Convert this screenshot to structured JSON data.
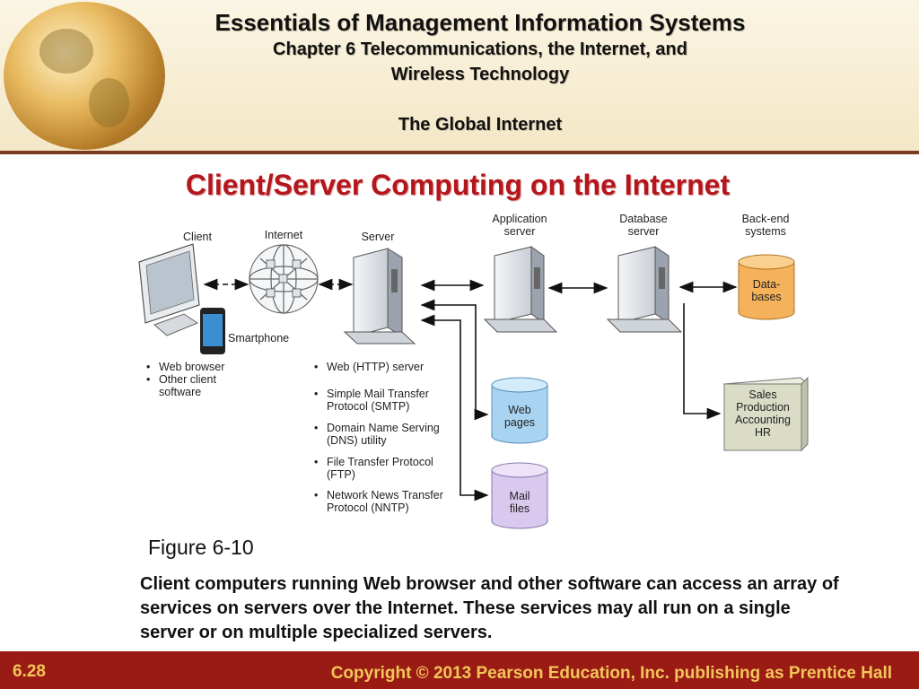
{
  "header": {
    "title": "Essentials of Management Information Systems",
    "chapter_line1": "Chapter 6 Telecommunications, the Internet, and",
    "chapter_line2": "Wireless Technology",
    "section": "The Global Internet"
  },
  "slide_title": "Client/Server Computing on the Internet",
  "diagram": {
    "client_label": "Client",
    "internet_label": "Internet",
    "server_label": "Server",
    "application_server_label_line1": "Application",
    "application_server_label_line2": "server",
    "database_server_label_line1": "Database",
    "database_server_label_line2": "server",
    "backend_label_line1": "Back-end",
    "backend_label_line2": "systems",
    "smartphone_label": "Smartphone",
    "client_bullets": [
      "Web browser",
      "Other client",
      "software"
    ],
    "server_bullets": [
      [
        "Web (HTTP) server",
        ""
      ],
      [
        "Simple Mail Transfer",
        "Protocol (SMTP)"
      ],
      [
        "Domain Name Serving",
        "(DNS) utility"
      ],
      [
        "File Transfer Protocol",
        "(FTP)"
      ],
      [
        "Network News Transfer",
        "Protocol (NNTP)"
      ]
    ],
    "databases_line1": "Data-",
    "databases_line2": "bases",
    "web_pages_line1": "Web",
    "web_pages_line2": "pages",
    "mail_files_line1": "Mail",
    "mail_files_line2": "files",
    "backend_box": [
      "Sales",
      "Production",
      "Accounting",
      "HR"
    ]
  },
  "figure_label": "Figure 6-10",
  "caption": "Client computers running Web browser and other software can access an array of services on servers over the Internet. These services may all run on a single server or on multiple specialized servers.",
  "footer": {
    "page_number": "6.28",
    "copyright": "Copyright © 2013 Pearson Education, Inc. publishing as Prentice Hall"
  },
  "colors": {
    "title_red": "#b4161b",
    "footer_red": "#9a1b14",
    "footer_text": "#f3c65a",
    "database_orange": "#f5b25a",
    "web_blue": "#a8d4f2",
    "mail_lavender": "#d9c9ef",
    "backend_green": "#dadcc6"
  }
}
